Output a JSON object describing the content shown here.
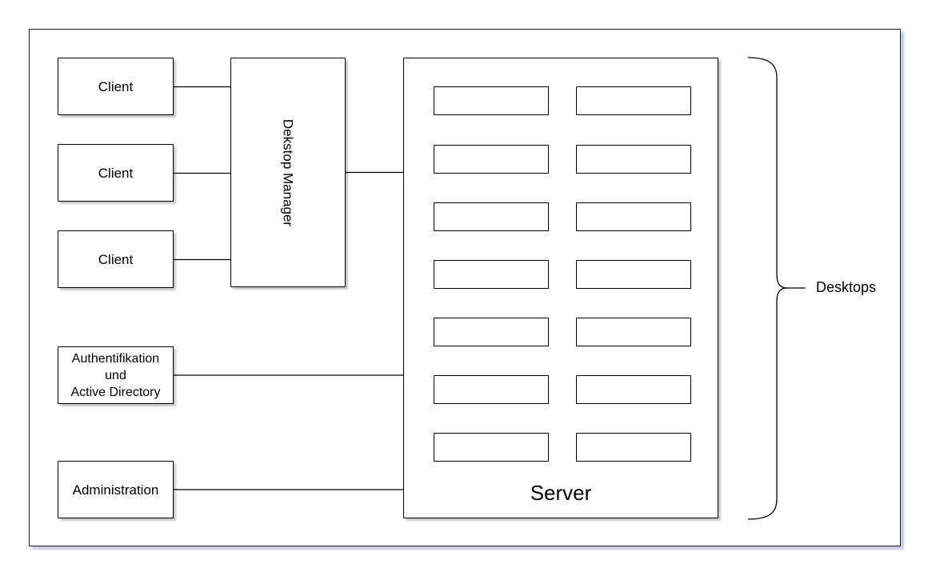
{
  "diagram": {
    "clients": [
      {
        "label": "Client"
      },
      {
        "label": "Client"
      },
      {
        "label": "Client"
      }
    ],
    "desktop_manager": {
      "label": "Dekstop Manager"
    },
    "server": {
      "label": "Server",
      "desktop_slot_count": 14,
      "columns": 2,
      "rows": 7
    },
    "authentication": {
      "label": "Authentifikation\nund\nActive Directory"
    },
    "administration": {
      "label": "Administration"
    },
    "desktops_annotation": {
      "label": "Desktops"
    }
  },
  "colors": {
    "shape_border": "#000000",
    "shape_fill": "#ffffff",
    "frame_border": "#1c1c3a",
    "frame_shadow": "#c6cae2",
    "connector": "#000000",
    "background": "#ffffff"
  }
}
